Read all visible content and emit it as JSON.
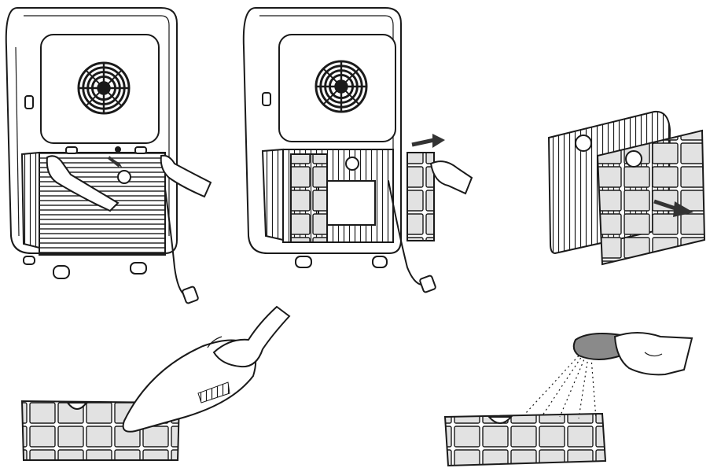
{
  "figure": {
    "panels": [
      {
        "id": "step-1",
        "depicts": "hands-removing-rear-grille"
      },
      {
        "id": "step-2",
        "depicts": "pulling-out-filter-from-unit"
      },
      {
        "id": "step-3",
        "depicts": "separating-filter-from-frame"
      },
      {
        "id": "step-4",
        "depicts": "vacuuming-filter"
      },
      {
        "id": "step-5",
        "depicts": "washing-filter-with-water"
      }
    ],
    "colors": {
      "line": "#1a1a1a",
      "background": "#ffffff",
      "filter_fill": "#e2e2e2",
      "arrow": "#333333"
    }
  }
}
